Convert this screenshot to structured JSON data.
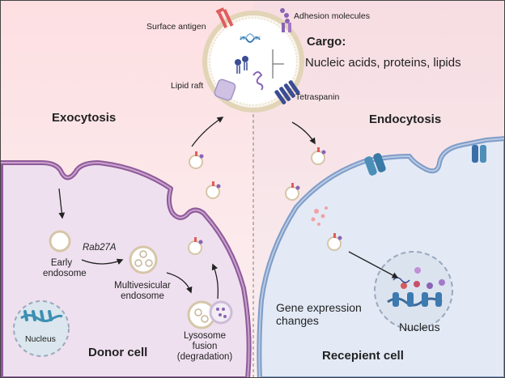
{
  "labels": {
    "surface_antigen": "Surface antigen",
    "adhesion_molecules": "Adhesion molecules",
    "cargo_title": "Cargo:",
    "cargo_items": "Nucleic acids, proteins, lipids",
    "lipid_raft": "Lipid raft",
    "tetraspanin": "Tetraspanin",
    "exocytosis": "Exocytosis",
    "endocytosis": "Endocytosis",
    "early_endosome_1": "Early",
    "early_endosome_2": "endosome",
    "rab27a": "Rab27A",
    "mve_1": "Multivesicular",
    "mve_2": "endosome",
    "lysosome_1": "Lysosome",
    "lysosome_2": "fusion",
    "lysosome_3": "(degradation)",
    "nucleus_donor": "Nucleus",
    "donor_cell": "Donor cell",
    "gene_expression_1": "Gene expression",
    "gene_expression_2": "changes",
    "nucleus_recipient": "Nucleus",
    "recipient_cell": "Recepient cell"
  },
  "colors": {
    "background_left_top": "#fde4e6",
    "background_right_top": "#f7e2e6",
    "donor_membrane": "#8e5a9a",
    "donor_fill": "#f1e3f1",
    "recipient_membrane": "#7f9cc8",
    "recipient_fill": "#e6ecf7",
    "cargo_vesicle_membrane": "#d9c8a0",
    "tetraspanin": "#3a4d94",
    "surface_antigen": "#e05c5c",
    "adhesion_molecule": "#8a63b5",
    "channel_protein": "#4d8fb8"
  }
}
